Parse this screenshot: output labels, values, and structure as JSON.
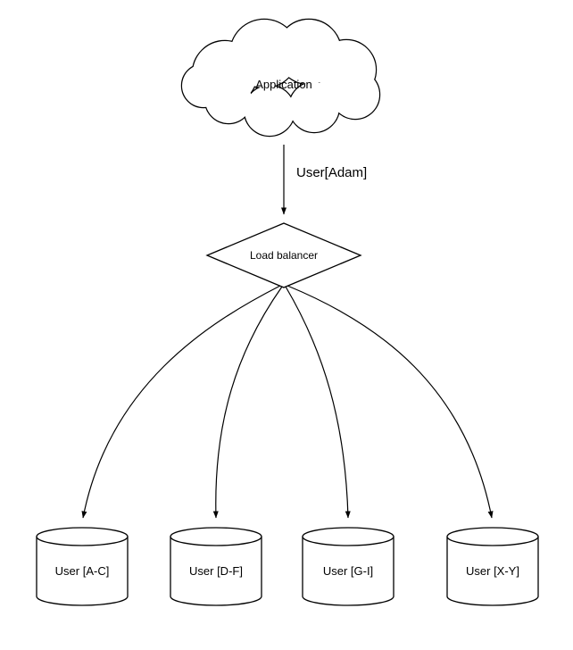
{
  "diagram": {
    "title": "application-user-sharding-diagram",
    "application_label": "Application",
    "edge_label": "User[Adam]",
    "load_balancer_label": "Load balancer",
    "shards": [
      {
        "label": "User [A-C]"
      },
      {
        "label": "User [D-F]"
      },
      {
        "label": "User [G-I]"
      },
      {
        "label": "User [X-Y]"
      }
    ],
    "colors": {
      "stroke": "#000000",
      "fill": "#ffffff"
    }
  }
}
